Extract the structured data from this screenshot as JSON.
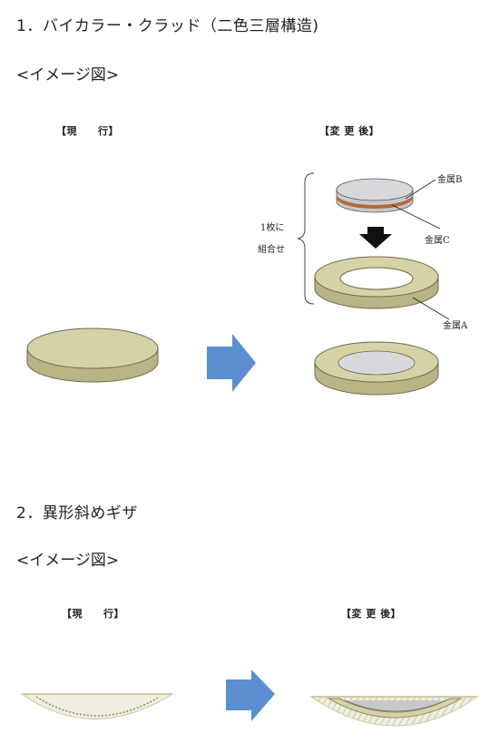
{
  "section1": {
    "title": "1．バイカラー・クラッド（二色三層構造)",
    "subtitle": "<イメージ図>",
    "label_current": "【現　　行】",
    "label_after": "【変 更 後】",
    "combine_label": [
      "1枚に",
      "組合せ"
    ],
    "metal_a": "金属A",
    "metal_b": "金属B",
    "metal_c": "金属C"
  },
  "section2": {
    "title": "2．異形斜めギザ",
    "subtitle": "<イメージ図>",
    "label_current": "【現　　行】",
    "label_after": "【変 更 後】"
  },
  "colors": {
    "coin_face": "#d6d2a8",
    "coin_edge": "#b9b485",
    "arrow_blue": "#5b8fd0",
    "silver": "#d8d8dc",
    "copper": "#b26a3c"
  }
}
